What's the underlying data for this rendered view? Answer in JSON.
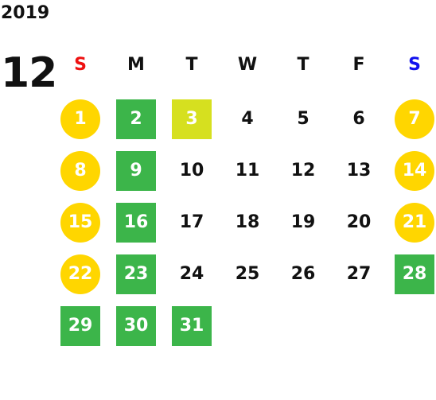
{
  "calendar": {
    "year": "2019",
    "month": "12",
    "weekdays": [
      {
        "label": "S",
        "color": "#ee1111"
      },
      {
        "label": "M",
        "color": "#111111"
      },
      {
        "label": "T",
        "color": "#111111"
      },
      {
        "label": "W",
        "color": "#111111"
      },
      {
        "label": "T",
        "color": "#111111"
      },
      {
        "label": "F",
        "color": "#111111"
      },
      {
        "label": "S",
        "color": "#1111ee"
      }
    ],
    "colors": {
      "weekend_circle": "#ffd600",
      "green_box": "#3cb54a",
      "today_box": "#d6e01f"
    },
    "days": [
      {
        "day": "1",
        "style": "weekend"
      },
      {
        "day": "2",
        "style": "green"
      },
      {
        "day": "3",
        "style": "today"
      },
      {
        "day": "4",
        "style": "normal"
      },
      {
        "day": "5",
        "style": "normal"
      },
      {
        "day": "6",
        "style": "normal"
      },
      {
        "day": "7",
        "style": "weekend"
      },
      {
        "day": "8",
        "style": "weekend"
      },
      {
        "day": "9",
        "style": "green"
      },
      {
        "day": "10",
        "style": "normal"
      },
      {
        "day": "11",
        "style": "normal"
      },
      {
        "day": "12",
        "style": "normal"
      },
      {
        "day": "13",
        "style": "normal"
      },
      {
        "day": "14",
        "style": "weekend"
      },
      {
        "day": "15",
        "style": "weekend"
      },
      {
        "day": "16",
        "style": "green"
      },
      {
        "day": "17",
        "style": "normal"
      },
      {
        "day": "18",
        "style": "normal"
      },
      {
        "day": "19",
        "style": "normal"
      },
      {
        "day": "20",
        "style": "normal"
      },
      {
        "day": "21",
        "style": "weekend"
      },
      {
        "day": "22",
        "style": "weekend"
      },
      {
        "day": "23",
        "style": "green"
      },
      {
        "day": "24",
        "style": "normal"
      },
      {
        "day": "25",
        "style": "normal"
      },
      {
        "day": "26",
        "style": "normal"
      },
      {
        "day": "27",
        "style": "normal"
      },
      {
        "day": "28",
        "style": "green"
      },
      {
        "day": "29",
        "style": "green"
      },
      {
        "day": "30",
        "style": "green"
      },
      {
        "day": "31",
        "style": "green"
      }
    ]
  }
}
